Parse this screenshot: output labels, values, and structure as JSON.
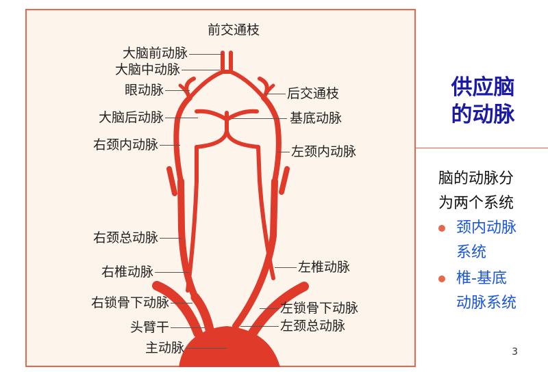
{
  "title_lines": [
    "供应脑",
    "的动脉"
  ],
  "intro_lines": [
    "脑的动脉分",
    "为两个系统"
  ],
  "bullets": [
    {
      "lines": [
        "颈内动脉",
        "系统"
      ]
    },
    {
      "lines": [
        "椎-基底",
        "动脉系统"
      ]
    }
  ],
  "labels": {
    "anterior_communicating": "前交通枝",
    "anterior_cerebral": "大脑前动脉",
    "middle_cerebral": "大脑中动脉",
    "ophthalmic": "眼动脉",
    "posterior_communicating": "后交通枝",
    "posterior_cerebral": "大脑后动脉",
    "basilar": "基底动脉",
    "right_internal_carotid": "右颈内动脉",
    "left_internal_carotid": "左颈内动脉",
    "right_common_carotid": "右颈总动脉",
    "right_vertebral": "右椎动脉",
    "left_vertebral": "左椎动脉",
    "right_subclavian": "右锁骨下动脉",
    "left_subclavian": "左锁骨下动脉",
    "brachiocephalic": "头臂干",
    "left_common_carotid": "左颈总动脉",
    "aorta": "主动脉"
  },
  "page_number": "3",
  "colors": {
    "artery": "#e03a2a",
    "accent": "#e8664a",
    "title": "#1a1aa6",
    "bullet": "#1a56d6",
    "panel": "#fdf5ec"
  }
}
